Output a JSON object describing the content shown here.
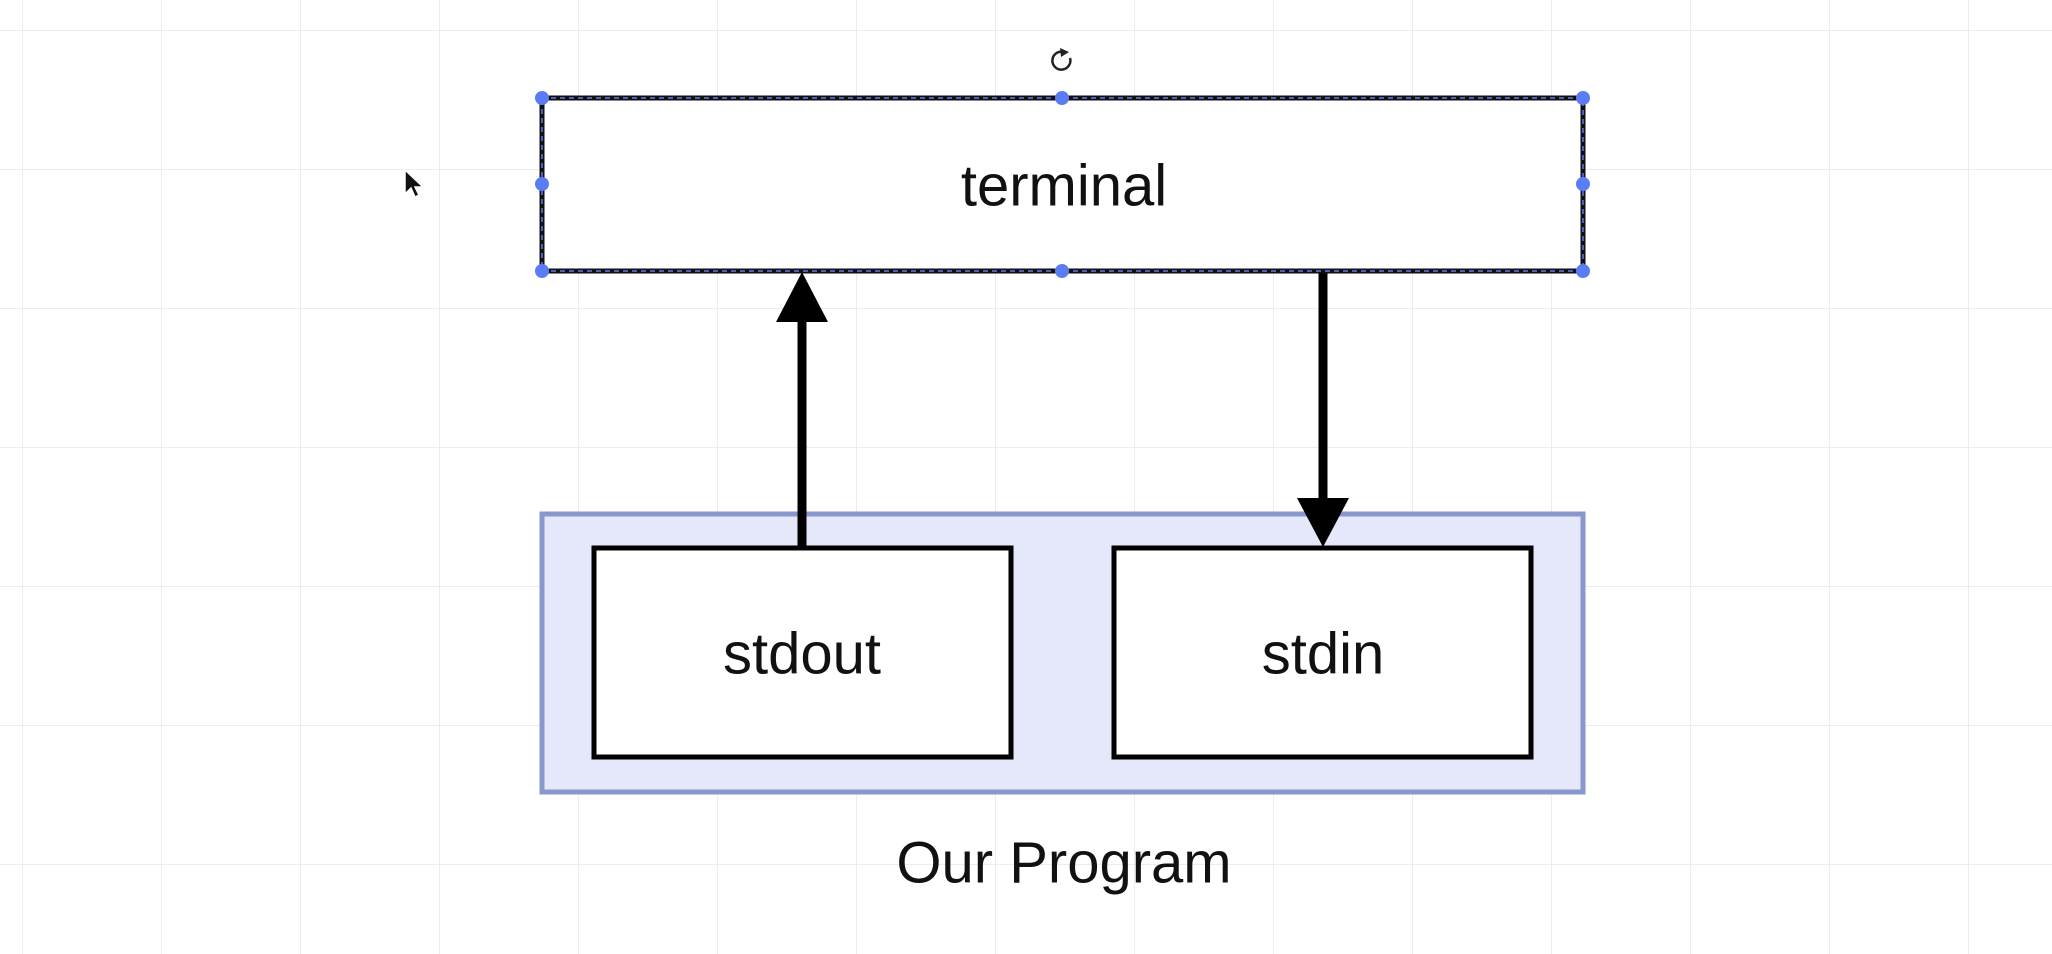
{
  "diagram": {
    "terminal": {
      "label": "terminal",
      "selected": true
    },
    "program": {
      "label": "Our Program",
      "boxes": [
        {
          "label": "stdout"
        },
        {
          "label": "stdin"
        }
      ]
    },
    "arrows": [
      {
        "from": "stdout",
        "to": "terminal"
      },
      {
        "from": "terminal",
        "to": "stdin"
      }
    ]
  },
  "colors": {
    "selection_handle": "#5b7cf5",
    "program_fill": "#e4e8fa",
    "program_border": "#8a97cc",
    "stroke": "#000000"
  },
  "icons": {
    "rotate": "rotate-icon",
    "cursor": "mouse-pointer-icon"
  }
}
